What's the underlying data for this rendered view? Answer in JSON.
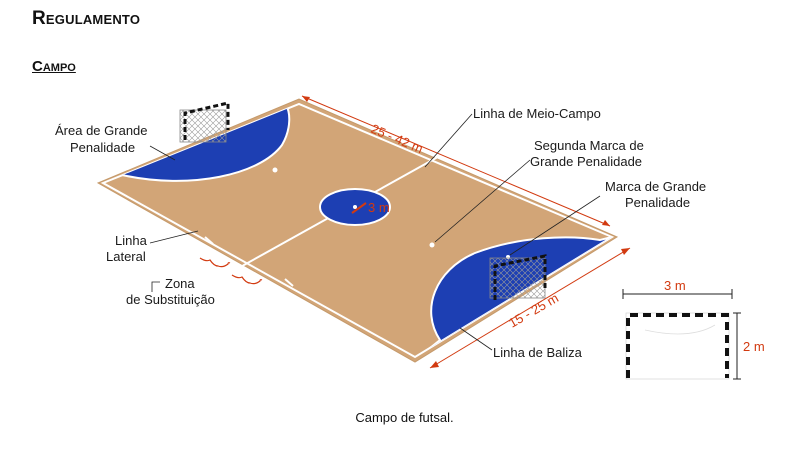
{
  "header": {
    "title": "Regulamento",
    "subtitle": "Campo"
  },
  "labels": {
    "area_grande_penalidade_1": "Área de Grande",
    "area_grande_penalidade_2": "Penalidade",
    "linha_meio_campo": "Linha de Meio-Campo",
    "segunda_marca_1": "Segunda Marca de",
    "segunda_marca_2": "Grande Penalidade",
    "marca_grande_1": "Marca de Grande",
    "marca_grande_2": "Penalidade",
    "linha_lateral_1": "Linha",
    "linha_lateral_2": "Lateral",
    "zona_1": "Zona",
    "zona_2": "de Substituição",
    "linha_baliza": "Linha de Baliza"
  },
  "dimensions": {
    "length": "25 - 42 m",
    "width": "15 - 25 m",
    "circle_radius": "3 m",
    "goal_width": "3 m",
    "goal_height": "2 m"
  },
  "caption": "Campo de futsal.",
  "colors": {
    "court": "#d2a577",
    "penalty_area": "#1d3fb3",
    "dimension_text": "#d23a10",
    "lines": "#ffffff"
  }
}
